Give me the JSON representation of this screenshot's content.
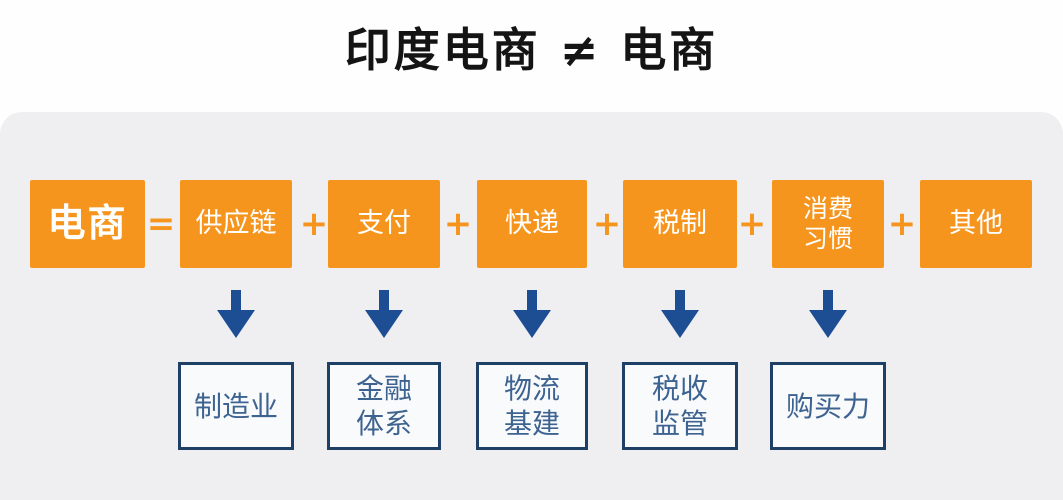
{
  "theme": {
    "orange": "#F6951E",
    "arrow_blue": "#1D4E94",
    "box_border_navy": "#1E3F66",
    "box_text_blue": "#3D6390",
    "panel_gray": "#EFEFF2",
    "title_black": "#141414"
  },
  "title": "印度电商 ≠ 电商",
  "equation": {
    "result_label": "电商",
    "equals_sign": "=",
    "plus_sign": "+",
    "terms": [
      "供应链",
      "支付",
      "快递",
      "税制",
      "消费\n习惯",
      "其他"
    ]
  },
  "outcomes": [
    "制造业",
    "金融\n体系",
    "物流\n基建",
    "税收\n监管",
    "购买力"
  ]
}
